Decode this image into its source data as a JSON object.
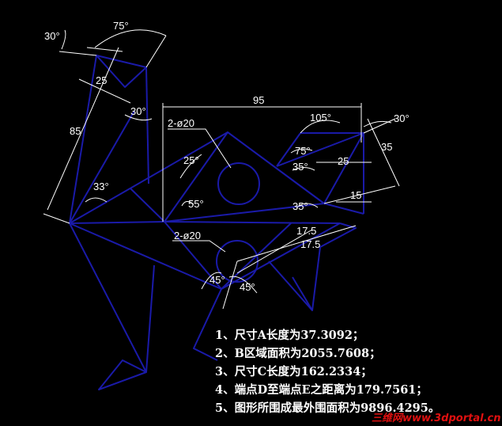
{
  "colors": {
    "background": "#000000",
    "geometry": "#1a1aa8",
    "dimension": "#ffffff",
    "watermark": "#e01010"
  },
  "dims": {
    "ang_30_top": "30°",
    "ang_75_top": "75°",
    "len_25_neck": "25",
    "len_85": "85",
    "ang_30_neck": "30°",
    "len_95": "95",
    "dia_top": "2-ø20",
    "ang_105": "105°",
    "ang_30_right": "30°",
    "len_35": "35",
    "ang_75_mid": "75°",
    "ang_35_mid": "35°",
    "len_25_right": "25",
    "ang_25": "25°",
    "ang_33": "33°",
    "len_15": "15",
    "ang_55": "55°",
    "ang_35_low": "35°",
    "dia_low": "2-ø20",
    "len_17_5_a": "17.5",
    "len_17_5_b": "17.5",
    "ang_45_left": "45°",
    "ang_45_right": "45°"
  },
  "notes": [
    "1、尺寸A长度为37.3092；",
    "2、B区域面积为2055.7608；",
    "3、尺寸C长度为162.2334；",
    "4、端点D至端点E之距离为179.7561；",
    "5、图形所围成最外围面积为9896.4295。"
  ],
  "watermark": "三维网www.3dportal.cn"
}
